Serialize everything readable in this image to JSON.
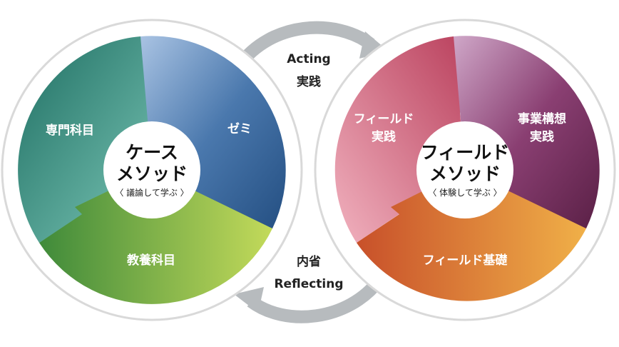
{
  "left_cycle": {
    "hub_title_line1": "ケース",
    "hub_title_line2": "メソッド",
    "hub_subtitle": "〈 議論して学ぶ 〉",
    "segments": [
      {
        "label_lines": [
          "専門科目"
        ],
        "color": "#2e8b7a"
      },
      {
        "label_lines": [
          "ゼミ"
        ],
        "color": "#3f6fa6"
      },
      {
        "label_lines": [
          "教養科目"
        ],
        "color": "#7fb53f"
      }
    ]
  },
  "right_cycle": {
    "hub_title_line1": "フィールド",
    "hub_title_line2": "メソッド",
    "hub_subtitle": "〈 体験して学ぶ 〉",
    "segments": [
      {
        "label_lines": [
          "フィールド",
          "実践"
        ],
        "color": "#d8506d"
      },
      {
        "label_lines": [
          "事業構想",
          "実践"
        ],
        "color": "#8b3d6a"
      },
      {
        "label_lines": [
          "フィールド基礎"
        ],
        "color": "#e88a2c"
      }
    ]
  },
  "top_flow": {
    "line1": "Acting",
    "line2": "実践"
  },
  "bottom_flow": {
    "line1": "内省",
    "line2": "Reflecting"
  },
  "arrow_color": "#a9aeb1"
}
